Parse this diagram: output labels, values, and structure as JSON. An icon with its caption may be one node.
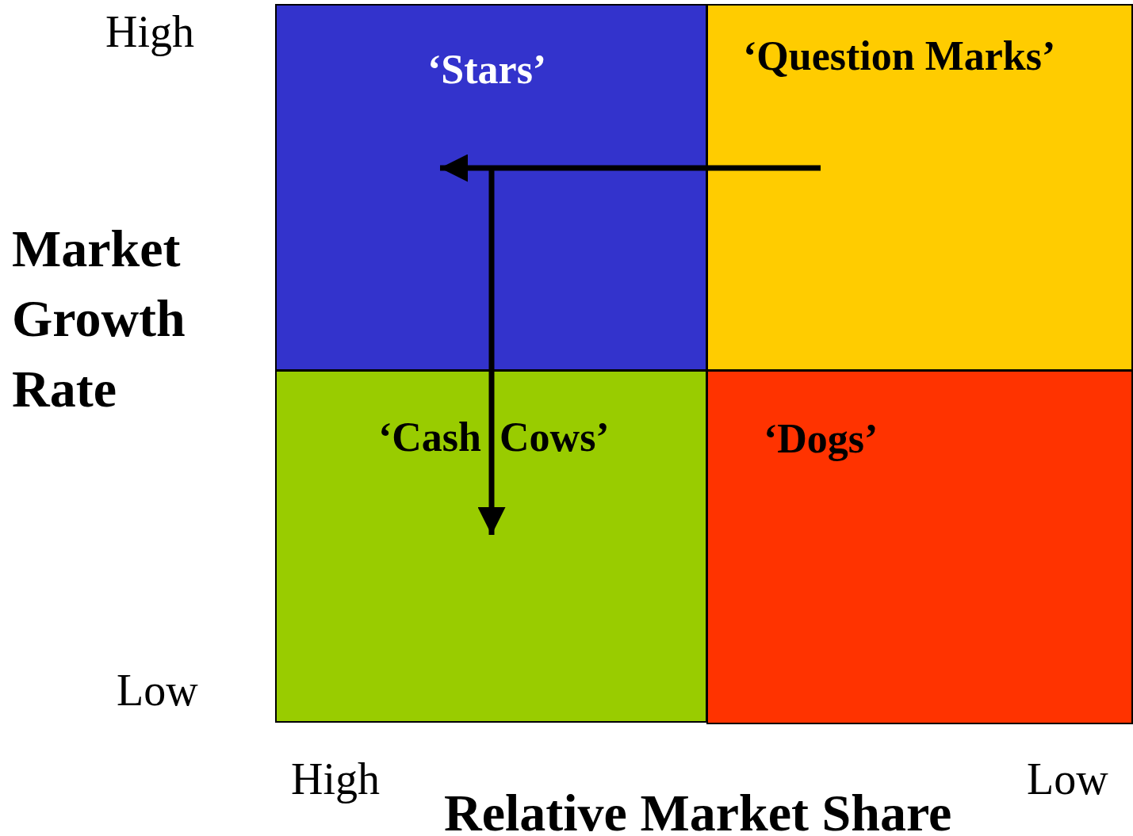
{
  "diagram": {
    "nodes": [
      {
        "text": [
          "‘Stars’"
        ]
      },
      {
        "text": [
          "‘Question Marks’"
        ]
      },
      {
        "text": [
          "‘Cash Cows’"
        ]
      },
      {
        "text": [
          "‘Dogs’"
        ]
      }
    ],
    "edges": [
      {
        "from": 1,
        "to": 0,
        "arrow": "to"
      },
      {
        "from": 0,
        "to": 2,
        "arrow": "to"
      }
    ],
    "labels": [
      "High",
      "Market Growth Rate",
      "Low",
      "High",
      "Low",
      "Relative Market Share"
    ]
  }
}
